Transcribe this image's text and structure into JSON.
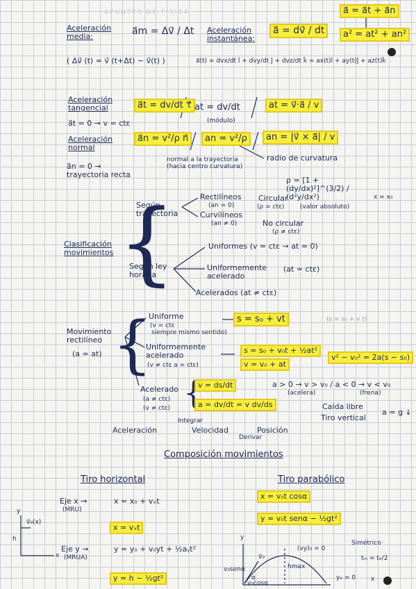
{
  "header": {
    "faded": "APUNTES DE FISICA",
    "box1": "a⃗ = a⃗t + a⃗n",
    "box2": "a² = at² + an²"
  },
  "accel": {
    "media_label": "Aceleración media:",
    "media_formula": "a⃗m = Δv⃗ / Δt",
    "inst_label": "Aceleración instantánea:",
    "inst_formula": "a⃗ = dv⃗ / dt",
    "delta_v": "( Δv⃗ (t) = v⃗ (t+Δt) − v⃗(t) )",
    "a_expand": "a⃗(t) = dvx/dt î + dvy/dt ĵ + dvz/dt k̂ = ax(t)î + ay(t)ĵ + az(t)k̂"
  },
  "tangencial": {
    "label": "Aceleración tangencial",
    "f1": "a⃗t = dv/dt τ⃗",
    "f2": "at = dv/dt",
    "f2_note": "(módulo)",
    "f3": "at = v⃗·a⃗ / v",
    "zero": "a⃗t = 0 → v = ctε"
  },
  "normal": {
    "label": "Aceleración normal",
    "f1": "a⃗n = v²/ρ n⃗",
    "f2": "an = v²/ρ",
    "f3": "an = |v⃗ × a⃗| / v",
    "note_normal": "normal a la trayectoria (hacia centro curvatura)",
    "note_radio": "radio de curvatura",
    "zero": "a⃗n = 0 → trayectoria recta",
    "rho": "ρ = [1 + (dy/dx)²]^(3/2) / (d²y/dx²)",
    "rho_at": "x = x₀",
    "rho_note": "(valor absoluto)"
  },
  "clasif": {
    "title": "Clasificación movimientos",
    "segun_tray": "Según trayectoria",
    "rectilineos": "Rectilíneos",
    "an0": "(an = 0)",
    "curvilineos": "Curvilíneos",
    "an_ne0": "(an ≠ 0)",
    "circular": "Circular",
    "rho_ct": "(ρ = ctε)",
    "no_circular": "No circular",
    "rho_nct": "(ρ ≠ ctε)",
    "segun_ley": "Según ley horaria",
    "uniformes": "Uniformes (v = ctε → at = 0)",
    "unif_acel": "Uniformemente acelerado",
    "at_ct": "(at = ctε)",
    "acelerados": "Acelerados (at ≠ ctε)"
  },
  "rectilineo": {
    "title": "Movimiento rectilíneo",
    "cond": "(a = at)",
    "uniforme": "Uniforme",
    "unif_cond": "(v = ctε",
    "unif_note": "siempre mismo sentido)",
    "s_unif": "s = s₀ + vt",
    "s_unif_small": "(s = s₀ + v t)",
    "ua": "Uniformemente acelerado",
    "ua_cond": "(v ≠ ctε   a = ctε)",
    "s_ua": "s = s₀ + v₀t + ½at²",
    "v_ua": "v = v₀ + at",
    "v2": "v² − v₀² = 2a(s − s₀)",
    "acelerado": "Acelerado",
    "acel_c1": "(a ≠ ctε)",
    "acel_c2": "(v ≠ ctε)",
    "v_ds": "v = ds/dt",
    "a_dv": "a = dv/dt = v dv/ds",
    "a_pos": "a > 0 → v > v₀ / a < 0 → v < v₀",
    "acelera": "(acelera)",
    "frena": "(frena)",
    "caida": "Caída libre",
    "tiro_v": "Tiro vertical",
    "a_g": "a = g ↓"
  },
  "chain": {
    "acel": "Aceleración",
    "vel": "Velocidad",
    "pos": "Posición",
    "integrar": "Integrar",
    "derivar": "Derivar"
  },
  "composicion": {
    "title": "Composición movimientos",
    "horiz": "Tiro horizontal",
    "parab": "Tiro parabólico",
    "ejex": "Eje x →",
    "mru": "(MRU)",
    "x1": "x = x₀ + vₓt",
    "x2": "x = vₓt",
    "ejey": "Eje y →",
    "mrua": "(MRUA)",
    "y1": "y = y₀ + v₀yt + ½aᵧt²",
    "y2": "y = h − ½gt²",
    "px": "x = v₀t cosα",
    "py": "y = v₀t senα − ½gt²",
    "vy0": "(vy)₀ = 0",
    "ye0": "yₑ = 0",
    "simetrico": "Simétrico",
    "tm": "tₘ = tₑ/2",
    "hmax": "hmax",
    "vsen": "v₀senα",
    "vcos": "v₀cosα",
    "ax_y": "y",
    "ax_x": "x",
    "v0": "v⃗₀",
    "v0_origin": "v⃗₀(x)",
    "h": "h",
    "alpha": "α"
  }
}
